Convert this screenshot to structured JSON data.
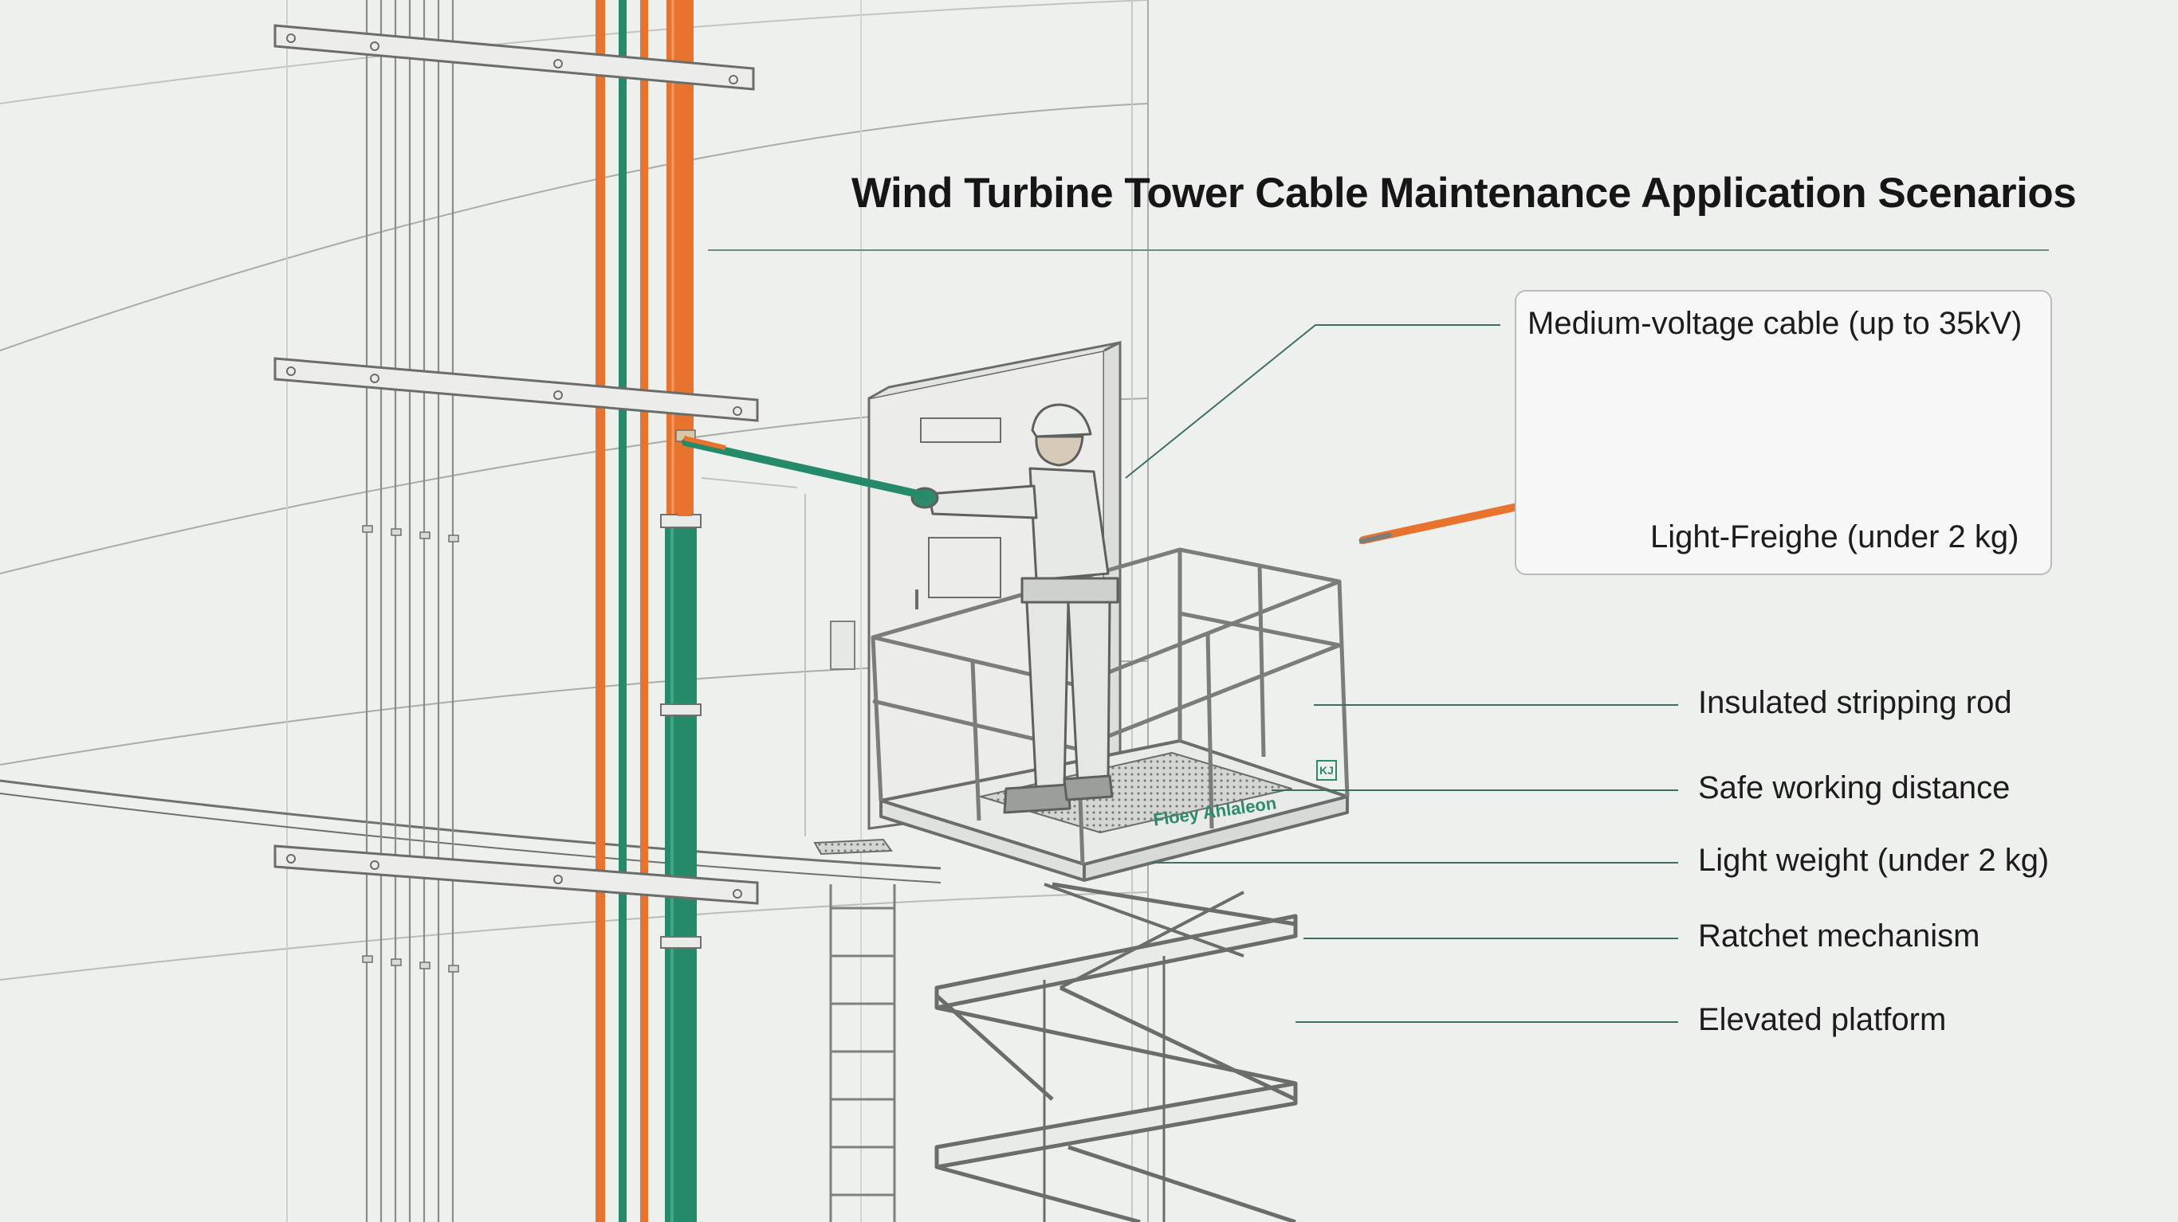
{
  "title": "Wind Turbine Tower Cable Maintenance Application Scenarios",
  "inset": {
    "top_label": "Medium-voltage cable (up to 35kV)",
    "bottom_label": "Light-Freighe (under 2 kg)"
  },
  "callouts": [
    "Insulated stripping rod",
    "Safe working distance",
    "Light weight (under 2 kg)",
    "Ratchet mechanism",
    "Elevated platform"
  ],
  "platform_text": "Floey Ahlaleon",
  "platform_badge": "KJ",
  "colors": {
    "orange_cable": "#e8732f",
    "green_cable": "#258a6a",
    "line_art": "#6d6f6d",
    "leader": "#3d6f63"
  },
  "icons": [
    "adjustable-wrench-icon",
    "hard-hat-icon"
  ]
}
